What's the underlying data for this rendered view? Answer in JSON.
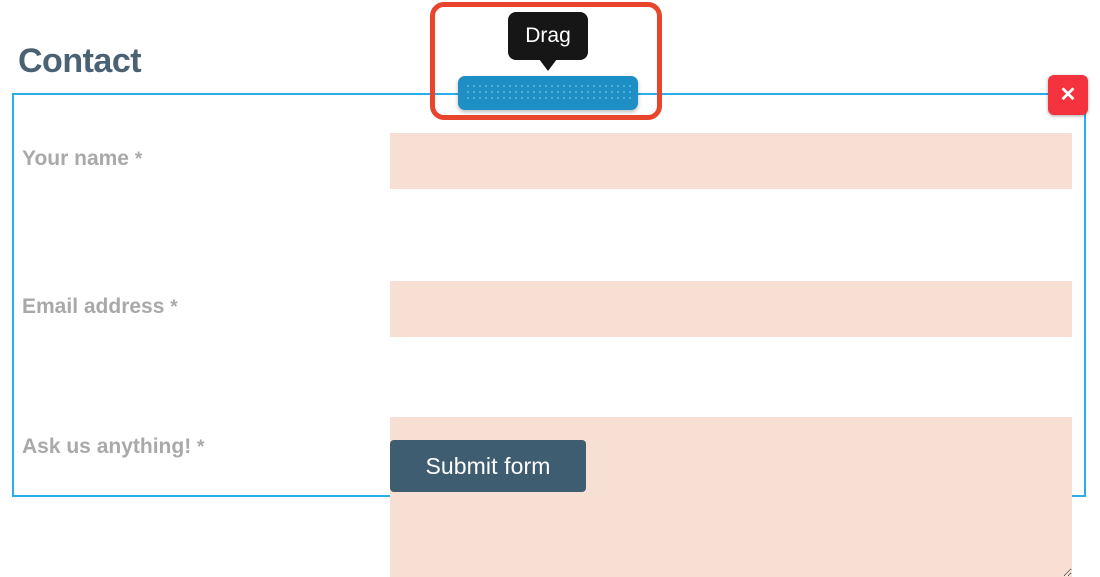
{
  "page": {
    "title": "Contact"
  },
  "form": {
    "fields": [
      {
        "label": "Your name",
        "required_marker": "*",
        "value": "",
        "placeholder": "",
        "type": "text"
      },
      {
        "label": "Email address",
        "required_marker": "*",
        "value": "",
        "placeholder": "",
        "type": "email"
      },
      {
        "label": "Ask us anything!",
        "required_marker": "*",
        "value": "",
        "placeholder": "",
        "type": "textarea"
      }
    ],
    "submit_label": "Submit form"
  },
  "close_button": {
    "label": "✕",
    "icon": "close-icon"
  },
  "drag_overlay": {
    "tooltip_label": "Drag",
    "handle_icon": "drag-handle-grip-icon",
    "highlight_icon": "annotation-highlight-box"
  },
  "colors": {
    "heading": "#4a6274",
    "panel_border": "#2cacea",
    "field_background": "#f8dfd3",
    "label": "#a9a9a9",
    "submit_background": "#3f5d70",
    "close_background": "#f5333f",
    "drag_handle": "#1e8fc4",
    "tooltip_background": "#161616",
    "highlight_border": "#e8452c"
  }
}
